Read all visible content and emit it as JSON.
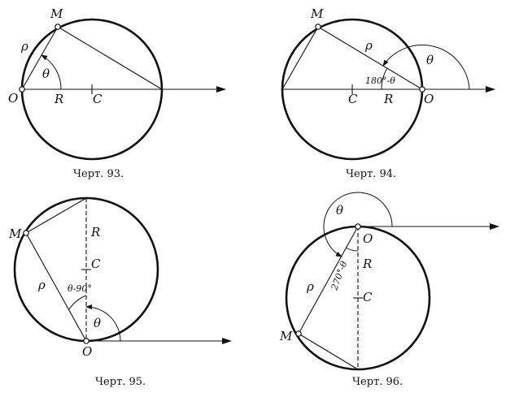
{
  "figures": [
    {
      "caption": "Черт. 93.",
      "labels": {
        "M": "M",
        "O": "O",
        "R": "R",
        "C": "C",
        "rho": "ρ",
        "theta": "θ"
      }
    },
    {
      "caption": "Черт. 94.",
      "labels": {
        "M": "M",
        "O": "O",
        "R": "R",
        "C": "C",
        "rho": "ρ",
        "theta": "θ",
        "angle": "180°-θ"
      }
    },
    {
      "caption": "Черт. 95.",
      "labels": {
        "M": "M",
        "O": "O",
        "R": "R",
        "C": "C",
        "rho": "ρ",
        "theta": "θ",
        "angle": "θ-90°"
      }
    },
    {
      "caption": "Черт. 96.",
      "labels": {
        "M": "M",
        "O": "O",
        "R": "R",
        "C": "C",
        "rho": "ρ",
        "theta": "θ",
        "angle": "270°-θ"
      }
    }
  ]
}
